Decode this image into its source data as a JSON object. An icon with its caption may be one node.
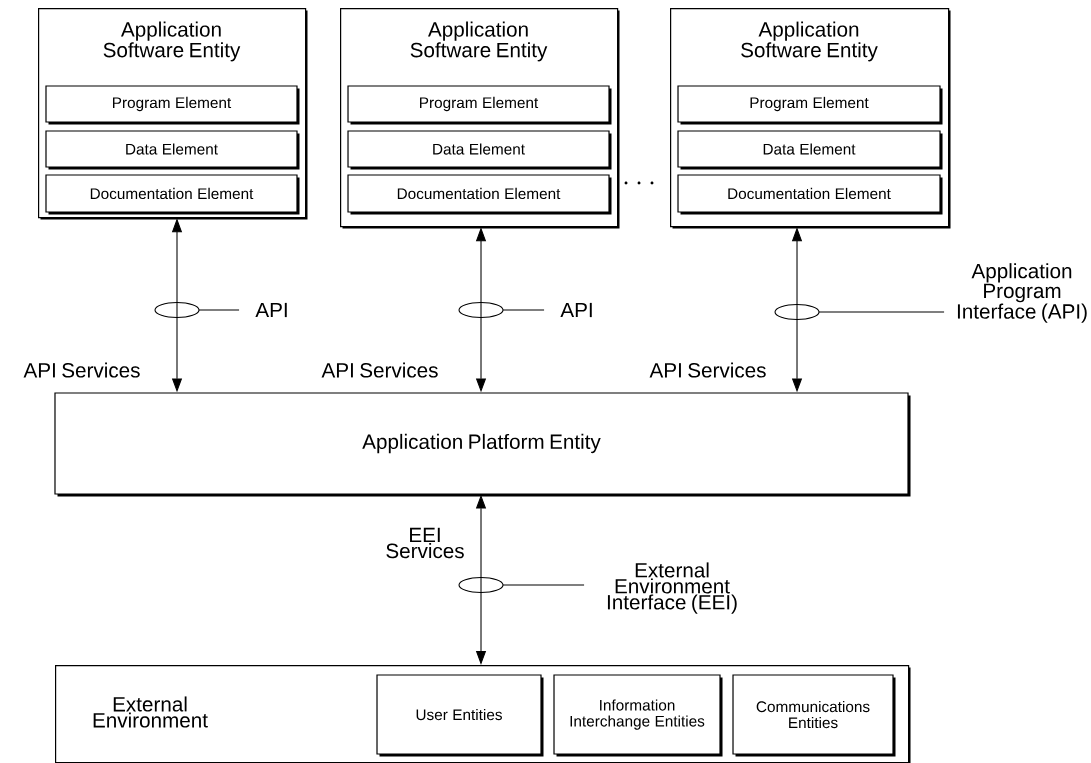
{
  "diagram": {
    "nodes": [
      {
        "text": [
          "Application Software Entity"
        ]
      },
      {
        "text": [
          "Program Element"
        ],
        "in": 0
      },
      {
        "text": [
          "Data Element"
        ],
        "in": 0
      },
      {
        "text": [
          "Documentation Element"
        ],
        "in": 0
      },
      {
        "text": [
          "Application Software Entity"
        ]
      },
      {
        "text": [
          "Program Element"
        ],
        "in": 4
      },
      {
        "text": [
          "Data Element"
        ],
        "in": 4
      },
      {
        "text": [
          "Documentation Element"
        ],
        "in": 4
      },
      {
        "text": [
          "Application Software Entity"
        ]
      },
      {
        "text": [
          "Program Element"
        ],
        "in": 8
      },
      {
        "text": [
          "Data Element"
        ],
        "in": 8
      },
      {
        "text": [
          "Documentation Element"
        ],
        "in": 8
      },
      {
        "text": [
          "API"
        ]
      },
      {
        "text": [
          "API"
        ]
      },
      {
        "text": [
          "Application Program Interface (API)"
        ]
      },
      {
        "text": [
          "Application Platform Entity"
        ]
      },
      {
        "text": [
          "External Environment Interface (EEI)"
        ]
      },
      {
        "text": [
          "External Environment"
        ]
      },
      {
        "text": [
          "User Entities"
        ],
        "in": 17
      },
      {
        "text": [
          "Information Interchange Entities"
        ],
        "in": 17
      },
      {
        "text": [
          "Communications Entities"
        ],
        "in": 17
      }
    ],
    "edges": [
      {
        "from": 0,
        "to": 15,
        "arrow": "both"
      },
      {
        "from": 4,
        "to": 15,
        "arrow": "both"
      },
      {
        "from": 8,
        "to": 15,
        "arrow": "both"
      },
      {
        "from": 15,
        "to": 17,
        "arrow": "both"
      },
      {
        "from": 12,
        "to": null,
        "arrow": "none"
      },
      {
        "from": 13,
        "to": null,
        "arrow": "none"
      },
      {
        "from": 14,
        "to": null,
        "arrow": "none"
      },
      {
        "from": 16,
        "to": null,
        "arrow": "none"
      }
    ],
    "labels": [
      "API Services",
      "API Services",
      "API Services",
      "EEI Services"
    ]
  }
}
